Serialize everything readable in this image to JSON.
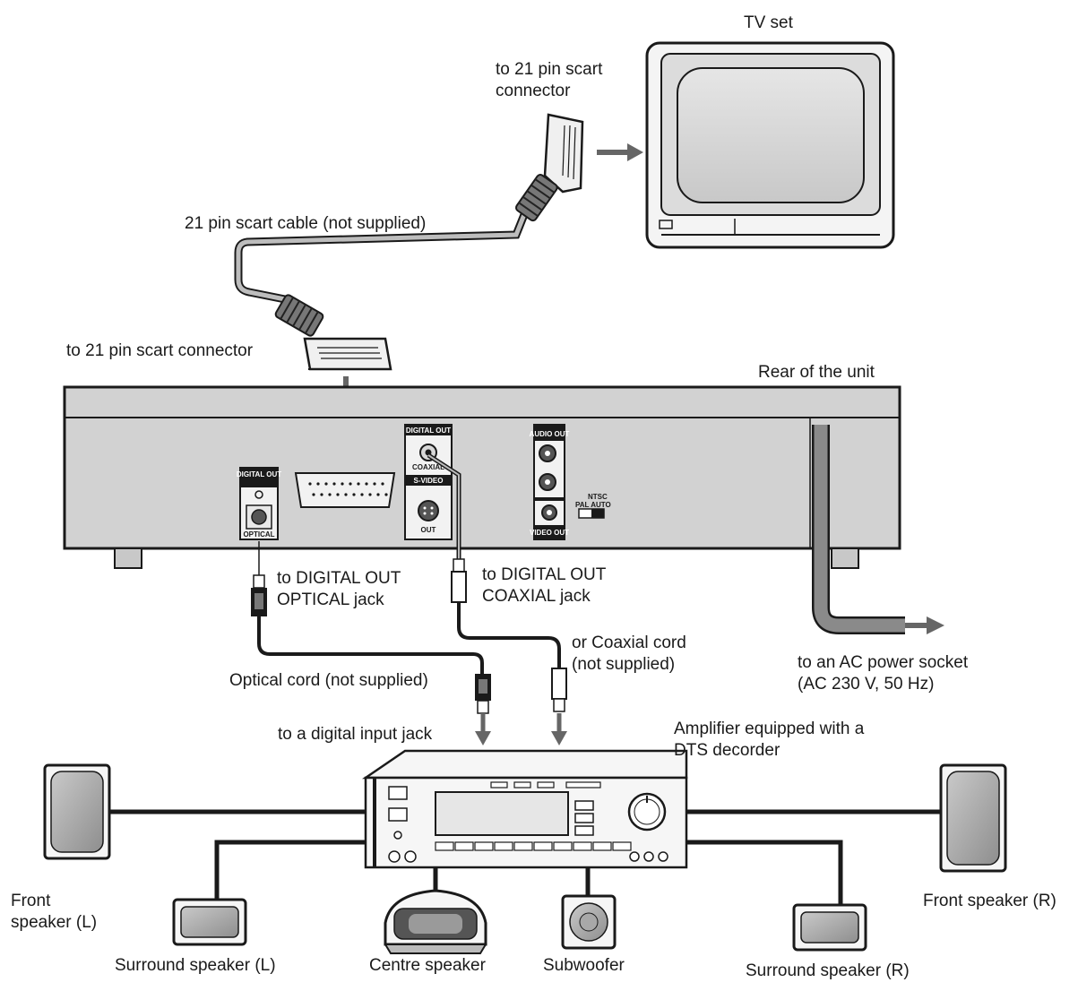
{
  "labels": {
    "tv_set": "TV set",
    "scart_connector_top": "to 21 pin scart\nconnector",
    "scart_cable": "21 pin scart cable (not supplied)",
    "scart_connector_left": "to 21 pin scart connector",
    "rear_of_unit": "Rear of the unit",
    "digital_out_optical": "to DIGITAL OUT\nOPTICAL jack",
    "digital_out_coaxial": "to DIGITAL OUT\nCOAXIAL jack",
    "coaxial_cord": "or Coaxial cord\n(not supplied)",
    "optical_cord": "Optical cord (not supplied)",
    "ac_power": "to an AC power socket\n(AC 230 V, 50 Hz)",
    "digital_input": "to a digital input jack",
    "amplifier": "Amplifier equipped with a\nDTS decorder",
    "front_speaker_l": "Front\nspeaker (L)",
    "front_speaker_r": "Front speaker (R)",
    "surround_speaker_l": "Surround speaker (L)",
    "centre_speaker": "Centre speaker",
    "subwoofer": "Subwoofer",
    "surround_speaker_r": "Surround speaker (R)"
  },
  "panel": {
    "digital_out_optical_title": "DIGITAL OUT",
    "optical": "OPTICAL",
    "digital_out_coaxial_title": "DIGITAL OUT",
    "coaxial": "COAXIAL",
    "s_video": "S-VIDEO",
    "out": "OUT",
    "audio_out": "AUDIO OUT",
    "video_out": "VIDEO OUT",
    "ntsc": "NTSC",
    "pal_auto": "PAL AUTO"
  },
  "colors": {
    "line": "#1a1a1a",
    "panel": "#d2d2d2",
    "arrow": "#666666",
    "cable": "#555555"
  }
}
